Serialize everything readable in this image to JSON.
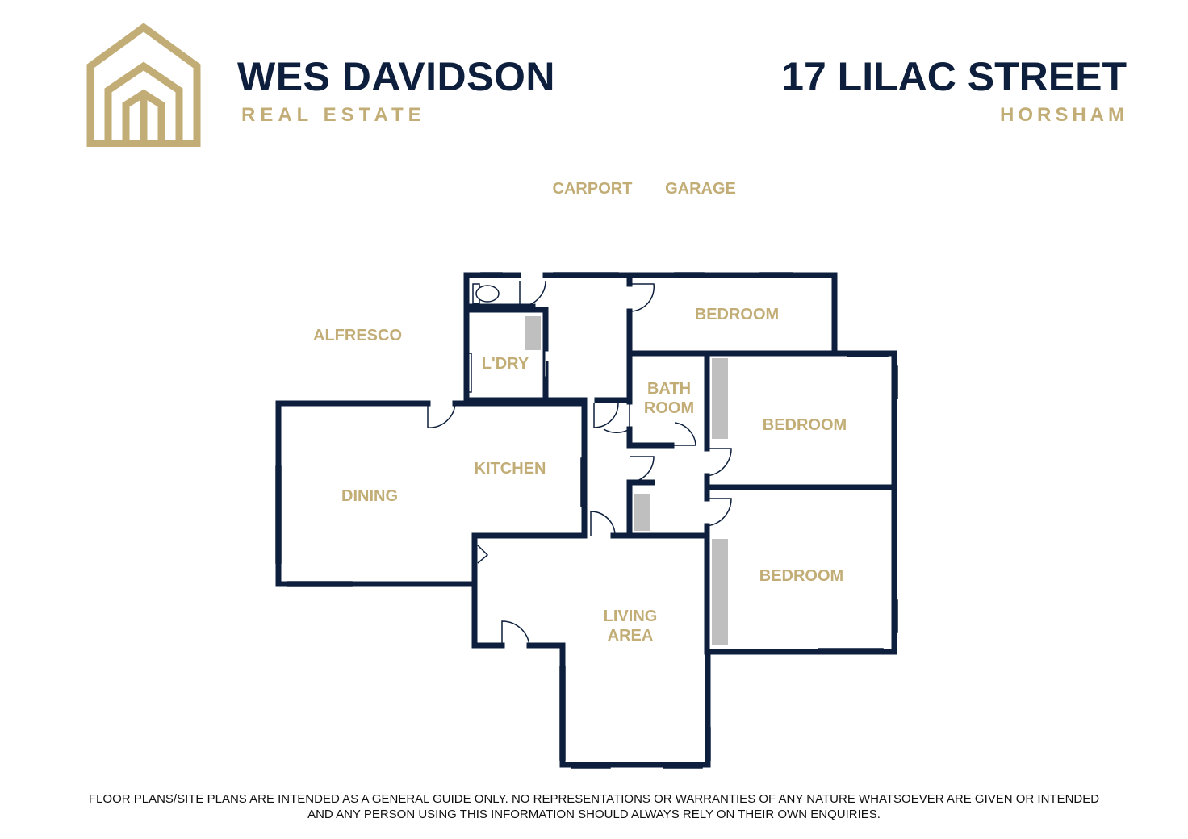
{
  "header": {
    "brand_name": "WES DAVIDSON",
    "brand_sub": "REAL ESTATE",
    "street": "17 LILAC STREET",
    "suburb": "HORSHAM"
  },
  "logo": {
    "icon": "house-outline-logo"
  },
  "rooms": {
    "carport": "CARPORT",
    "garage": "GARAGE",
    "alfresco": "ALFRESCO",
    "laundry": "L'DRY",
    "bedroom_1": "BEDROOM",
    "bathroom_line1": "BATH",
    "bathroom_line2": "ROOM",
    "bedroom_2": "BEDROOM",
    "kitchen": "KITCHEN",
    "dining": "DINING",
    "bedroom_3": "BEDROOM",
    "living_line1": "LIVING",
    "living_line2": "AREA"
  },
  "disclaimer": {
    "line1": "FLOOR PLANS/SITE PLANS ARE INTENDED AS A GENERAL GUIDE ONLY. NO REPRESENTATIONS OR WARRANTIES OF ANY NATURE WHATSOEVER ARE GIVEN OR INTENDED",
    "line2": "AND ANY PERSON USING THIS INFORMATION SHOULD ALWAYS RELY ON THEIR OWN ENQUIRIES."
  },
  "colors": {
    "wall": "#0d1f3c",
    "accent_gold": "#c2ad76",
    "cupboard": "#bfbfbf",
    "text": "#111111"
  }
}
